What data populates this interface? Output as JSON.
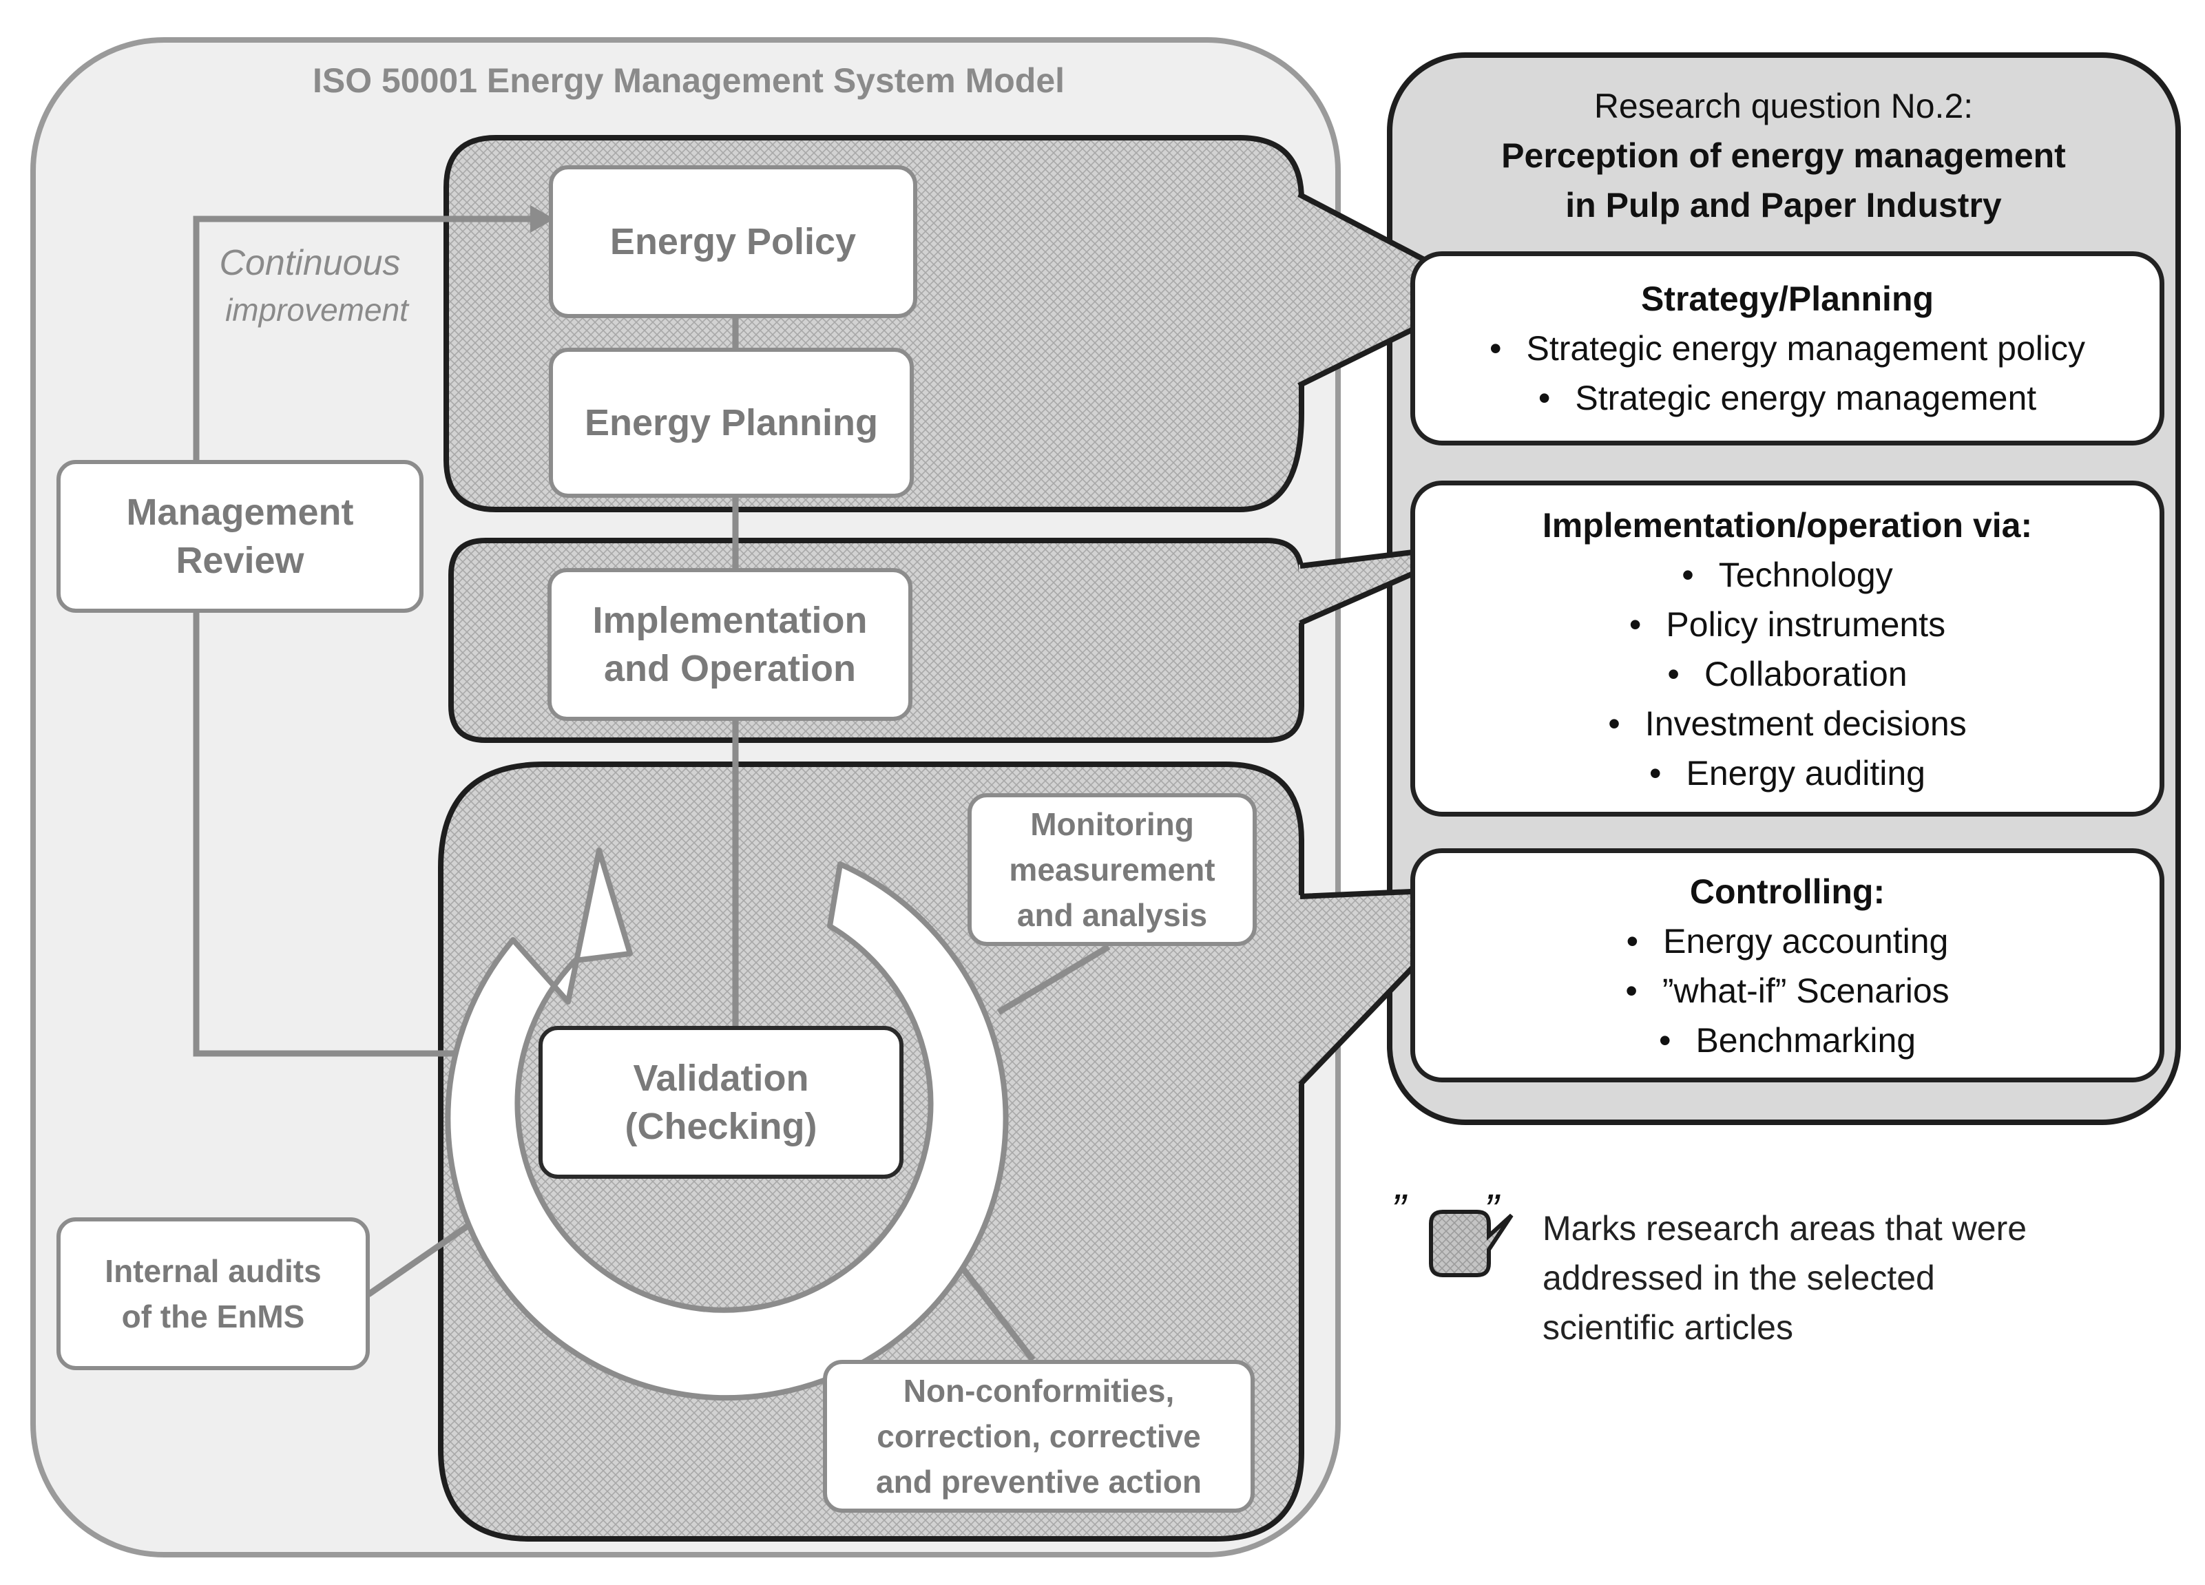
{
  "model_title": "ISO 50001 Energy Management System Model",
  "continuous": {
    "line1": "Continuous",
    "line2": "improvement"
  },
  "management_review": {
    "line1": "Management",
    "line2": "Review"
  },
  "energy_policy": "Energy Policy",
  "energy_planning": "Energy Planning",
  "implementation": {
    "line1": "Implementation",
    "line2": "and Operation"
  },
  "validation": {
    "line1": "Validation",
    "line2": "(Checking)"
  },
  "monitoring": {
    "line1": "Monitoring",
    "line2": "measurement",
    "line3": "and analysis"
  },
  "internal_audits": {
    "line1": "Internal audits",
    "line2": "of the EnMS"
  },
  "nonconformities": {
    "line1": "Non-conformities,",
    "line2": "correction, corrective",
    "line3": "and preventive action"
  },
  "research": {
    "line1": "Research question No.2:",
    "line2": "Perception of energy management",
    "line3": "in Pulp and Paper Industry"
  },
  "strategy_panel": {
    "heading": "Strategy/Planning",
    "items": [
      "Strategic energy management policy",
      "Strategic energy management"
    ]
  },
  "implementation_panel": {
    "heading": "Implementation/operation via:",
    "items": [
      "Technology",
      "Policy instruments",
      "Collaboration",
      "Investment decisions",
      "Energy auditing"
    ]
  },
  "controlling_panel": {
    "heading": "Controlling:",
    "items": [
      "Energy accounting",
      "”what-if” Scenarios",
      "Benchmarking"
    ]
  },
  "bullet": "•",
  "legend": {
    "quote_left": "”",
    "quote_right": "”",
    "line1": "Marks research areas that were",
    "line2": "addressed in the selected",
    "line3": "scientific articles"
  },
  "colors": {
    "outer_fill": "#efefef",
    "outer_stroke": "#9a9a9a",
    "hatch_fill": "#c8c8c8",
    "dark_stroke": "#1e1e1e",
    "gray_line": "#8c8c8c",
    "research_fill": "#d9d9d9"
  }
}
